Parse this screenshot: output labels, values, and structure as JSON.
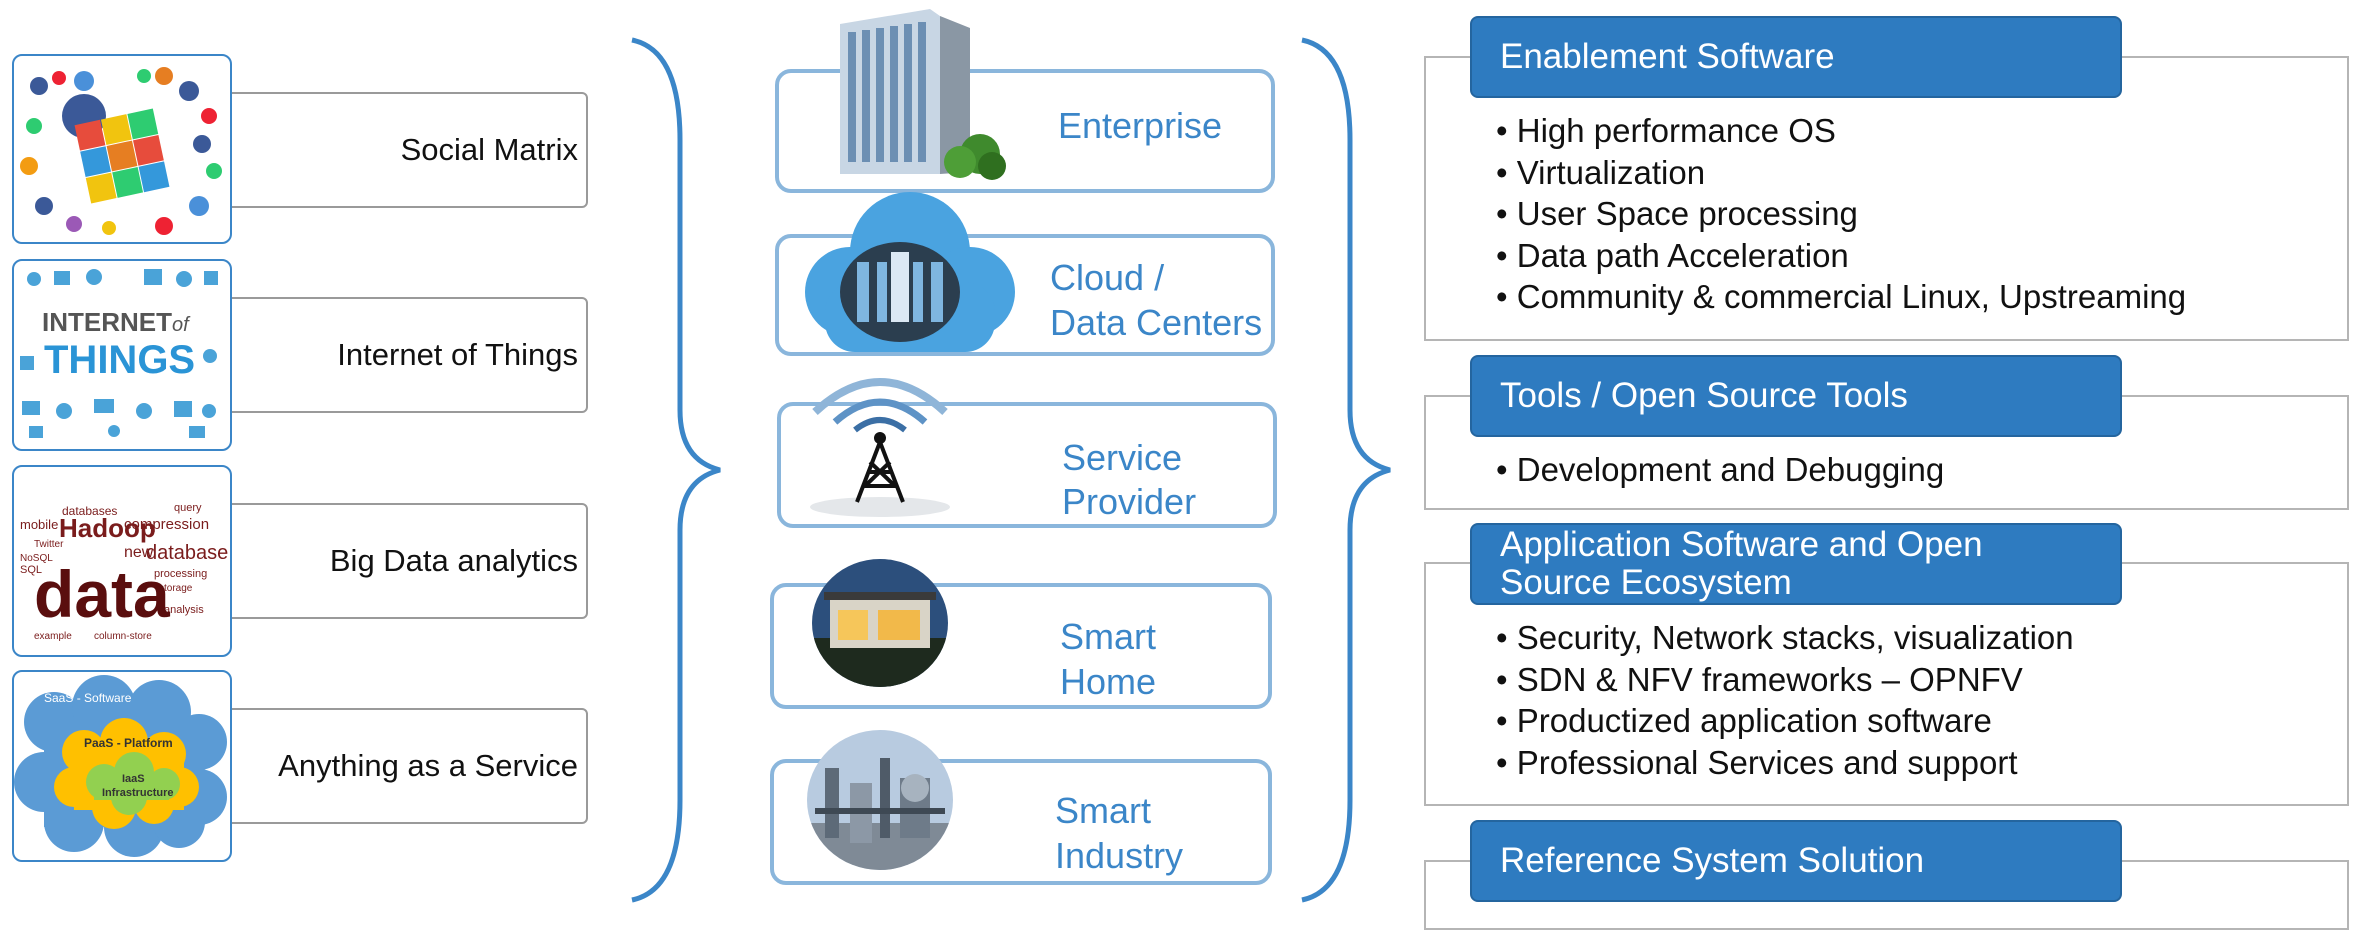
{
  "trends": [
    {
      "label": "Social Matrix",
      "icon": "social-network-icon"
    },
    {
      "label": "Internet of Things",
      "icon": "iot-icon"
    },
    {
      "label": "Big Data analytics",
      "icon": "data-word-cloud-icon"
    },
    {
      "label": "Anything as a Service",
      "icon": "cloud-layers-icon",
      "layers": [
        "SaaS - Software",
        "PaaS - Platform",
        "IaaS",
        "Infrastructure"
      ]
    }
  ],
  "iot_thumb": {
    "line1": "INTERNET",
    "of": "of",
    "line2": "THINGS"
  },
  "data_thumb": {
    "big": "data",
    "hadoop": "Hadoop",
    "database": "database",
    "words": [
      "mobile",
      "databases",
      "compression",
      "query",
      "new",
      "processing",
      "Twitter",
      "NoSQL",
      "SQL",
      "storage",
      "analysis",
      "example",
      "column-store"
    ]
  },
  "segments": [
    {
      "line1": "Enterprise",
      "line2": "",
      "icon": "office-building-icon"
    },
    {
      "line1": "Cloud /",
      "line2": "Data Centers",
      "icon": "cloud-datacenter-icon"
    },
    {
      "line1": "Service",
      "line2": "Provider",
      "icon": "cell-tower-icon"
    },
    {
      "line1": "Smart",
      "line2": "Home",
      "icon": "house-icon"
    },
    {
      "line1": "Smart",
      "line2": "Industry",
      "icon": "factory-icon"
    }
  ],
  "panels": [
    {
      "title": "Enablement Software",
      "items": [
        "High performance OS",
        "Virtualization",
        "User Space processing",
        "Data path Acceleration",
        "Community & commercial Linux, Upstreaming"
      ]
    },
    {
      "title": "Tools / Open Source Tools",
      "items": [
        "Development and Debugging"
      ]
    },
    {
      "title_line1": "Application Software and Open",
      "title_line2": "Source Ecosystem",
      "items": [
        "Security, Network stacks, visualization",
        "SDN & NFV frameworks – OPNFV",
        "Productized application software",
        "Professional Services and support"
      ]
    },
    {
      "title": "Reference System Solution",
      "items": []
    }
  ],
  "colors": {
    "accent": "#2e7bc0",
    "segment_border": "#8ab6dc",
    "segment_text": "#3b86c8",
    "brace": "#3b86c8"
  }
}
